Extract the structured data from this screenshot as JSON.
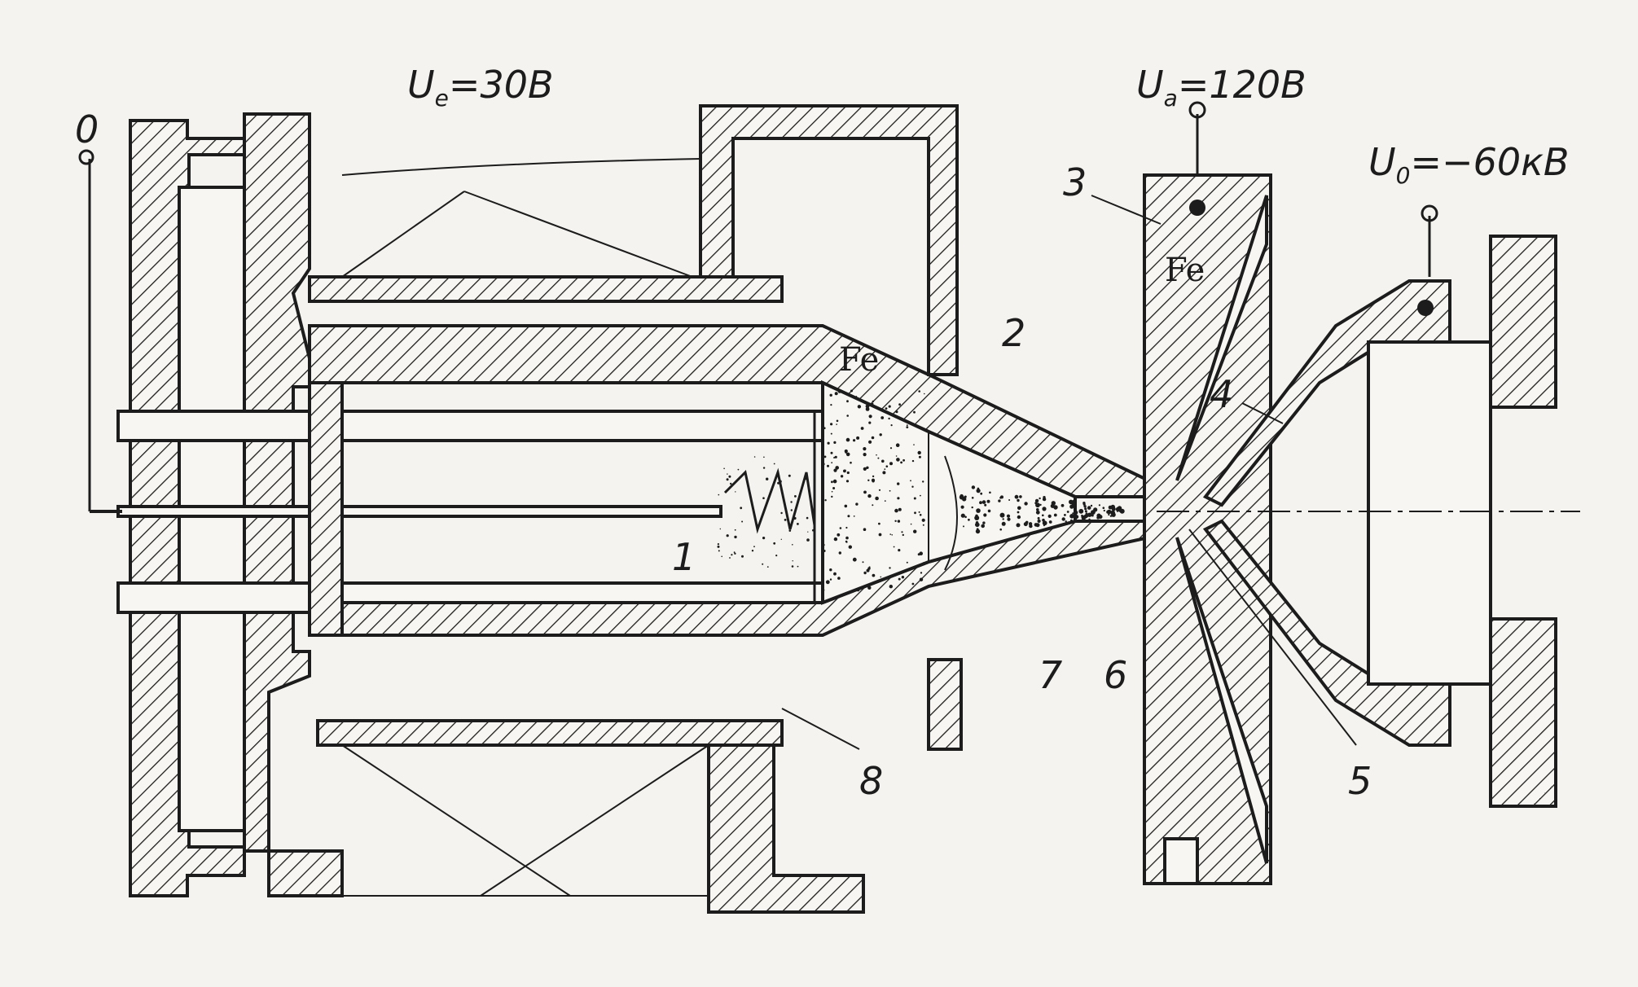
{
  "figure": {
    "voltages": {
      "ue": "U",
      "ue_sub": "e",
      "ue_val": "=30В",
      "ua": "U",
      "ua_sub": "a",
      "ua_val": "=120В",
      "uo": "U",
      "uo_sub": "0",
      "uo_val": "=−60кВ",
      "zero": "0"
    },
    "material_labels": [
      "Fe",
      "Fe"
    ],
    "part_numbers": [
      "1",
      "2",
      "3",
      "4",
      "5",
      "6",
      "7",
      "8"
    ]
  }
}
